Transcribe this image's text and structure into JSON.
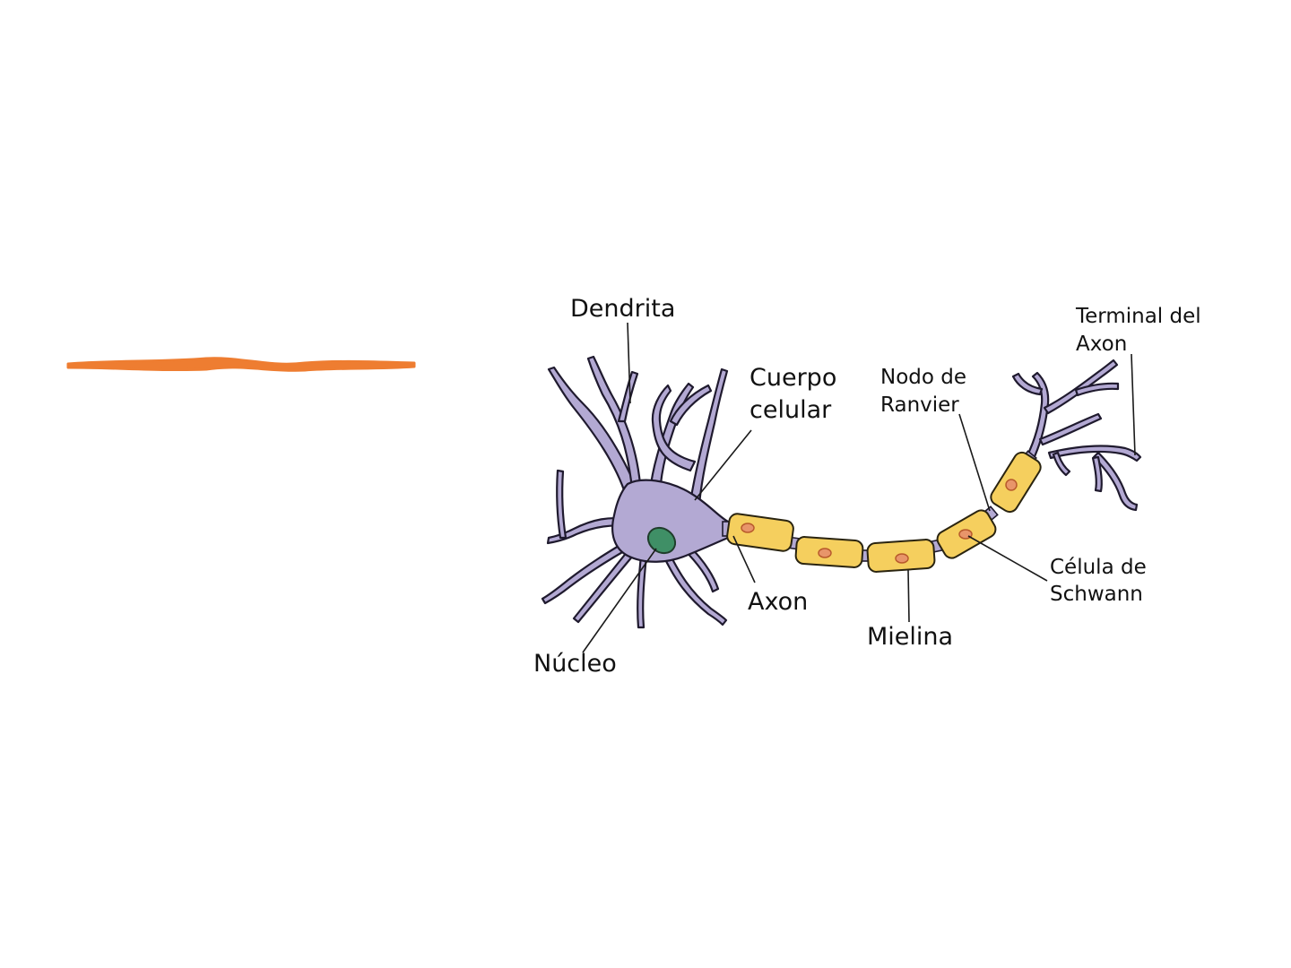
{
  "labels": {
    "dendrita": "Dendrita",
    "cuerpo_1": "Cuerpo",
    "cuerpo_2": "celular",
    "nodo_1": "Nodo de",
    "nodo_2": "Ranvier",
    "terminal_1": "Terminal del",
    "terminal_2": "Axon",
    "axon": "Axon",
    "nucleo": "Núcleo",
    "mielina": "Mielina",
    "schwann_1": "Célula de",
    "schwann_2": "Schwann"
  },
  "colors": {
    "accent_stroke": "#ee7d31",
    "neuron_fill": "#b3a9d3",
    "nucleus_fill": "#3f8f66",
    "myelin_fill": "#f5cf5e",
    "schwann_nucleus_fill": "#e8956a"
  }
}
